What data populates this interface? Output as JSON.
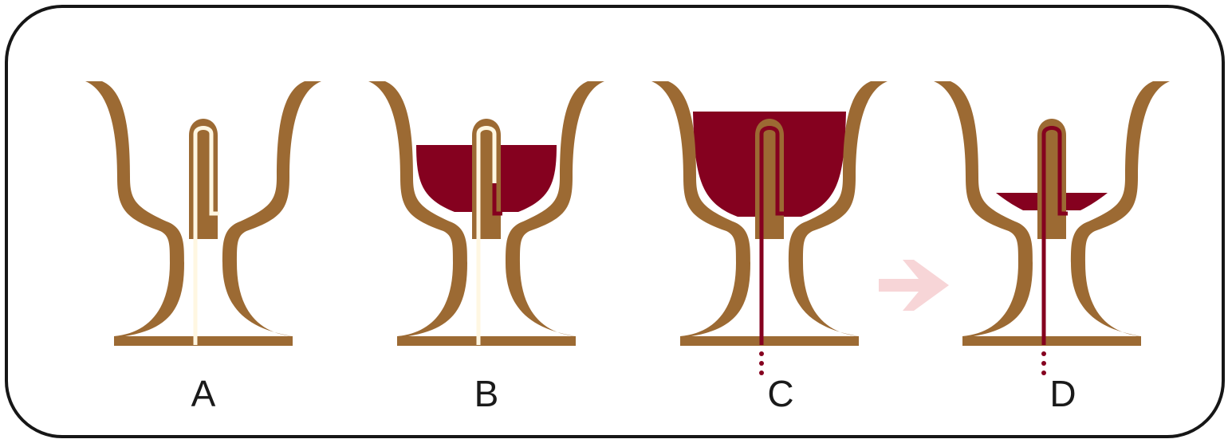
{
  "colors": {
    "cup": "#9c6a33",
    "liquid": "#85011f",
    "channel": "#fff7e2",
    "arrow": "#f7d5d7",
    "frame": "#161616",
    "label": "#1a1a1a"
  },
  "panels": [
    {
      "label": "A",
      "fill_fraction": 0.0,
      "draining": false,
      "channel_filled": false
    },
    {
      "label": "B",
      "fill_fraction": 0.5,
      "draining": false,
      "channel_filled": false
    },
    {
      "label": "C",
      "fill_fraction": 0.9,
      "draining": true,
      "channel_filled": true
    },
    {
      "label": "D",
      "fill_fraction": 0.1,
      "draining": true,
      "channel_filled": true
    }
  ],
  "arrow_icon": "right-arrow-icon"
}
